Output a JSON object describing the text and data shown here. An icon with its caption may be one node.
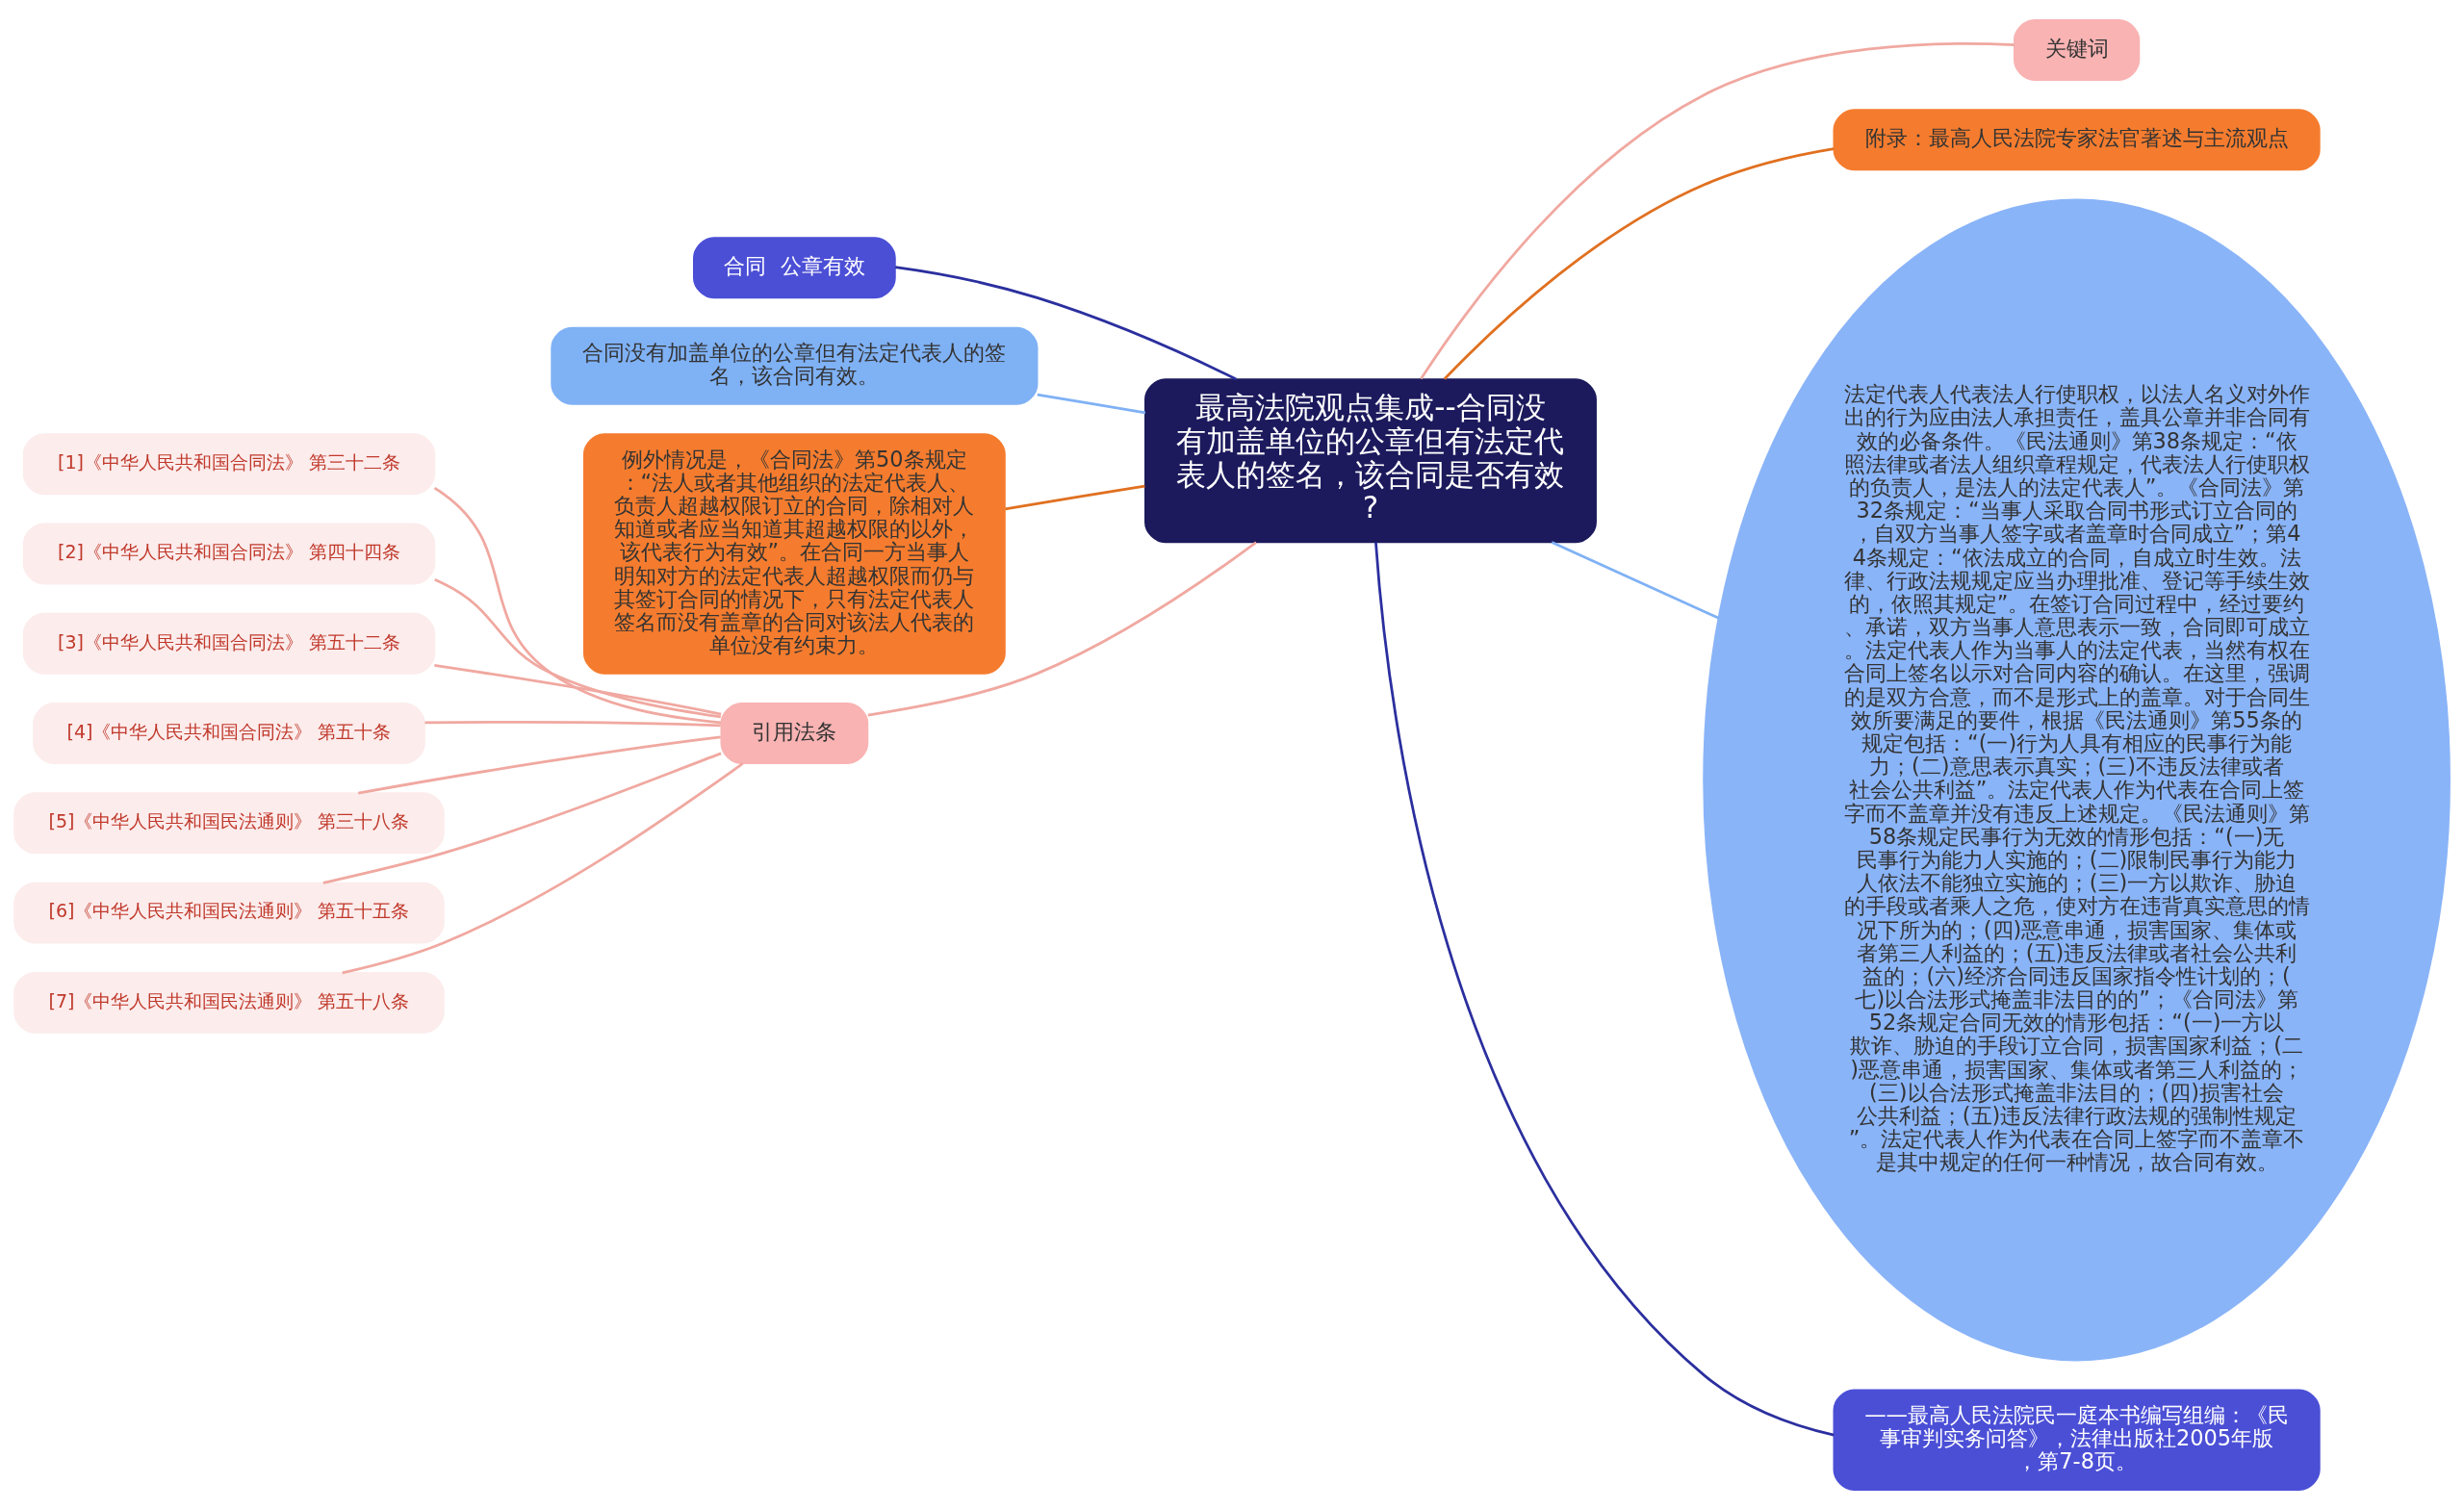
{
  "diagram": {
    "nodes": [
      {
        "text": [
          "最高法院观点集成--合同没有加盖单位的公章但有法定代表人的签名，该合同是否有效?"
        ]
      },
      {
        "text": [
          "关键词"
        ]
      },
      {
        "text": [
          "附录：最高人民法院专家法官著述与主流观点"
        ]
      },
      {
        "text": [
          "合同  公章有效"
        ]
      },
      {
        "text": [
          "合同没有加盖单位的公章但有法定代表人的签名，该合同有效。"
        ]
      },
      {
        "text": [
          "例外情况是，《合同法》第50条规定：“法人或者其他组织的法定代表人、负责人超越权限订立的合同，除相对人知道或者应当知道其超越权限的以外，该代表行为有效”。在合同一方当事人明知对方的法定代表人超越权限而仍与其签订合同的情况下，只有法定代表人签名而没有盖章的合同对该法人代表的单位没有约束力。"
        ]
      },
      {
        "text": [
          "引用法条"
        ]
      },
      {
        "text": [
          "[1]《中华人民共和国合同法》 第三十二条"
        ]
      },
      {
        "text": [
          "[2]《中华人民共和国合同法》 第四十四条"
        ]
      },
      {
        "text": [
          "[3]《中华人民共和国合同法》 第五十二条"
        ]
      },
      {
        "text": [
          "[4]《中华人民共和国合同法》 第五十条"
        ]
      },
      {
        "text": [
          "[5]《中华人民共和国民法通则》 第三十八条"
        ]
      },
      {
        "text": [
          "[6]《中华人民共和国民法通则》 第五十五条"
        ]
      },
      {
        "text": [
          "[7]《中华人民共和国民法通则》 第五十八条"
        ]
      },
      {
        "text": [
          "法定代表人代表法人行使职权，以法人名义对外作出的行为应由法人承担责任，盖具公章并非合同有效的必备条件。《民法通则》第38条规定：“依照法律或者法人组织章程规定，代表法人行使职权的负责人，是法人的法定代表人”。《合同法》第32条规定：“当事人采取合同书形式订立合同的，自双方当事人签字或者盖章时合同成立”；第44条规定：“依法成立的合同，自成立时生效。法律、行政法规规定应当办理批准、登记等手续生效的，依照其规定”。在签订合同过程中，经过要约、承诺，双方当事人意思表示一致，合同即可成立。法定代表人作为当事人的法定代表，当然有权在合同上签名以示对合同内容的确认。在这里，强调的是双方合意，而不是形式上的盖章。对于合同生效所要满足的要件，根据《民法通则》第55条的规定包括：“(一)行为人具有相应的民事行为能力；(二)意思表示真实；(三)不违反法律或者社会公共利益”。法定代表人作为代表在合同上签字而不盖章并没有违反上述规定。《民法通则》第58条规定民事行为无效的情形包括：“(一)无民事行为能力人实施的；(二)限制民事行为能力人依法不能独立实施的；(三)一方以欺诈、胁迫的手段或者乘人之危，使对方在违背真实意思的情况下所为的；(四)恶意串通，损害国家、集体或者第三人利益的；(五)违反法律或者社会公共利益的；(六)经济合同违反国家指令性计划的；(七)以合法形式掩盖非法目的的”；《合同法》第52条规定合同无效的情形包括：“(一)一方以欺诈、胁迫的手段订立合同，损害国家利益；(二)恶意串通，损害国家、集体或者第三人利益的；(三)以合法形式掩盖非法目的；(四)损害社会公共利益；(五)违反法律行政法规的强制性规定”。法定代表人作为代表在合同上签字而不盖章不是其中规定的任何一种情况，故合同有效。"
        ]
      },
      {
        "text": [
          "——最高人民法院民一庭本书编写组编：《民事审判实务问答》，法律出版社2005年版，第7-8页。"
        ]
      }
    ],
    "edges": [
      {
        "from": 0,
        "to": 1,
        "arrow": "none"
      },
      {
        "from": 0,
        "to": 2,
        "arrow": "none",
        "color": "#e07020"
      },
      {
        "from": 0,
        "to": 3,
        "arrow": "none",
        "color": "#2b2f9e"
      },
      {
        "from": 0,
        "to": 4,
        "arrow": "none",
        "color": "#7fb1f5"
      },
      {
        "from": 0,
        "to": 5,
        "arrow": "none",
        "color": "#e07020"
      },
      {
        "from": 0,
        "to": 6,
        "arrow": "none"
      },
      {
        "from": 6,
        "to": 7,
        "arrow": "none"
      },
      {
        "from": 6,
        "to": 8,
        "arrow": "none"
      },
      {
        "from": 6,
        "to": 9,
        "arrow": "none"
      },
      {
        "from": 6,
        "to": 10,
        "arrow": "none"
      },
      {
        "from": 6,
        "to": 11,
        "arrow": "none"
      },
      {
        "from": 6,
        "to": 12,
        "arrow": "none"
      },
      {
        "from": 6,
        "to": 13,
        "arrow": "none"
      },
      {
        "from": 0,
        "to": 14,
        "arrow": "none",
        "color": "#7fb1f5"
      },
      {
        "from": 0,
        "to": 15,
        "arrow": "none",
        "color": "#2b2f9e"
      }
    ]
  }
}
